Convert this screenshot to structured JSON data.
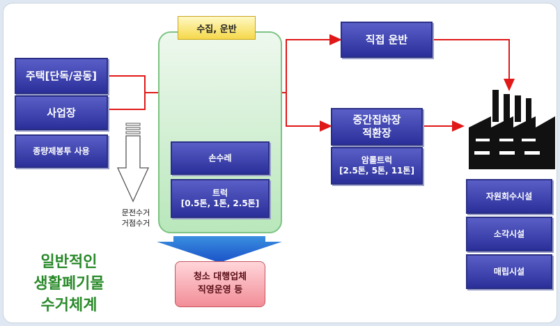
{
  "title": {
    "lines": [
      "일반적인",
      "생활폐기물",
      "수거체계"
    ]
  },
  "sources": {
    "residential": "주택[단독/공동]",
    "business": "사업장",
    "volume_bag": "종량제봉투 사용"
  },
  "door_collection": {
    "lines": [
      "문전수거",
      "거점수거"
    ]
  },
  "collection": {
    "label": "수집, 운반",
    "handcart": "손수레",
    "truck": {
      "lines": [
        "트럭",
        "[0.5톤, 1톤, 2.5톤]"
      ]
    }
  },
  "operator": {
    "lines": [
      "청소 대행업체",
      "직영운영 등"
    ]
  },
  "direct_transport": "직접 운반",
  "transfer": {
    "station": {
      "lines": [
        "중간집하장",
        "적환장"
      ]
    },
    "arm_roll": {
      "lines": [
        "암롤트럭",
        "[2.5톤, 5톤, 11톤]"
      ]
    }
  },
  "facilities": [
    "자원회수시설",
    "소각시설",
    "매립시설"
  ],
  "colors": {
    "box": "#2a2f99",
    "arrow": "#e01818",
    "panel": "#b9e7bb",
    "title_text": "#2a8a2a",
    "operator": "#f28d97"
  }
}
